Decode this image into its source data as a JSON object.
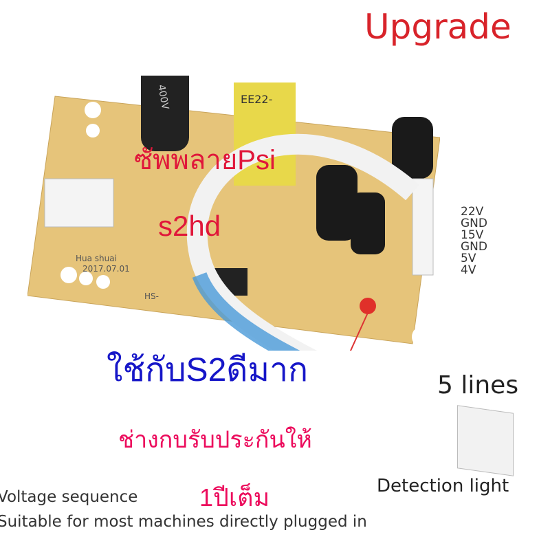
{
  "header": {
    "upgrade": "Upgrade"
  },
  "overlay": {
    "title_thai": "ซัพพลายPsi",
    "model": "s2hd",
    "compat_thai": "ใช้กับS2ดีมาก",
    "warranty_line1": "ช่างกบรับประกันให้",
    "warranty_line2": "1ปีเต็ม"
  },
  "board": {
    "pin_labels": [
      "22V",
      "GND",
      "15V",
      "GND",
      "5V",
      "4V"
    ],
    "transformer": "EE22-",
    "cap_label": "400V",
    "maker": "Hua shuai",
    "date": "2017.07.01",
    "board_code": "HS-",
    "colors": {
      "pcb": "#e6c47a",
      "cable": "#4a9ad8"
    }
  },
  "annotations": {
    "lines": "5 lines",
    "detection": "Detection light"
  },
  "footer": {
    "line1": "Voltage sequence",
    "line2": "Suitable for most machines directly plugged in"
  }
}
